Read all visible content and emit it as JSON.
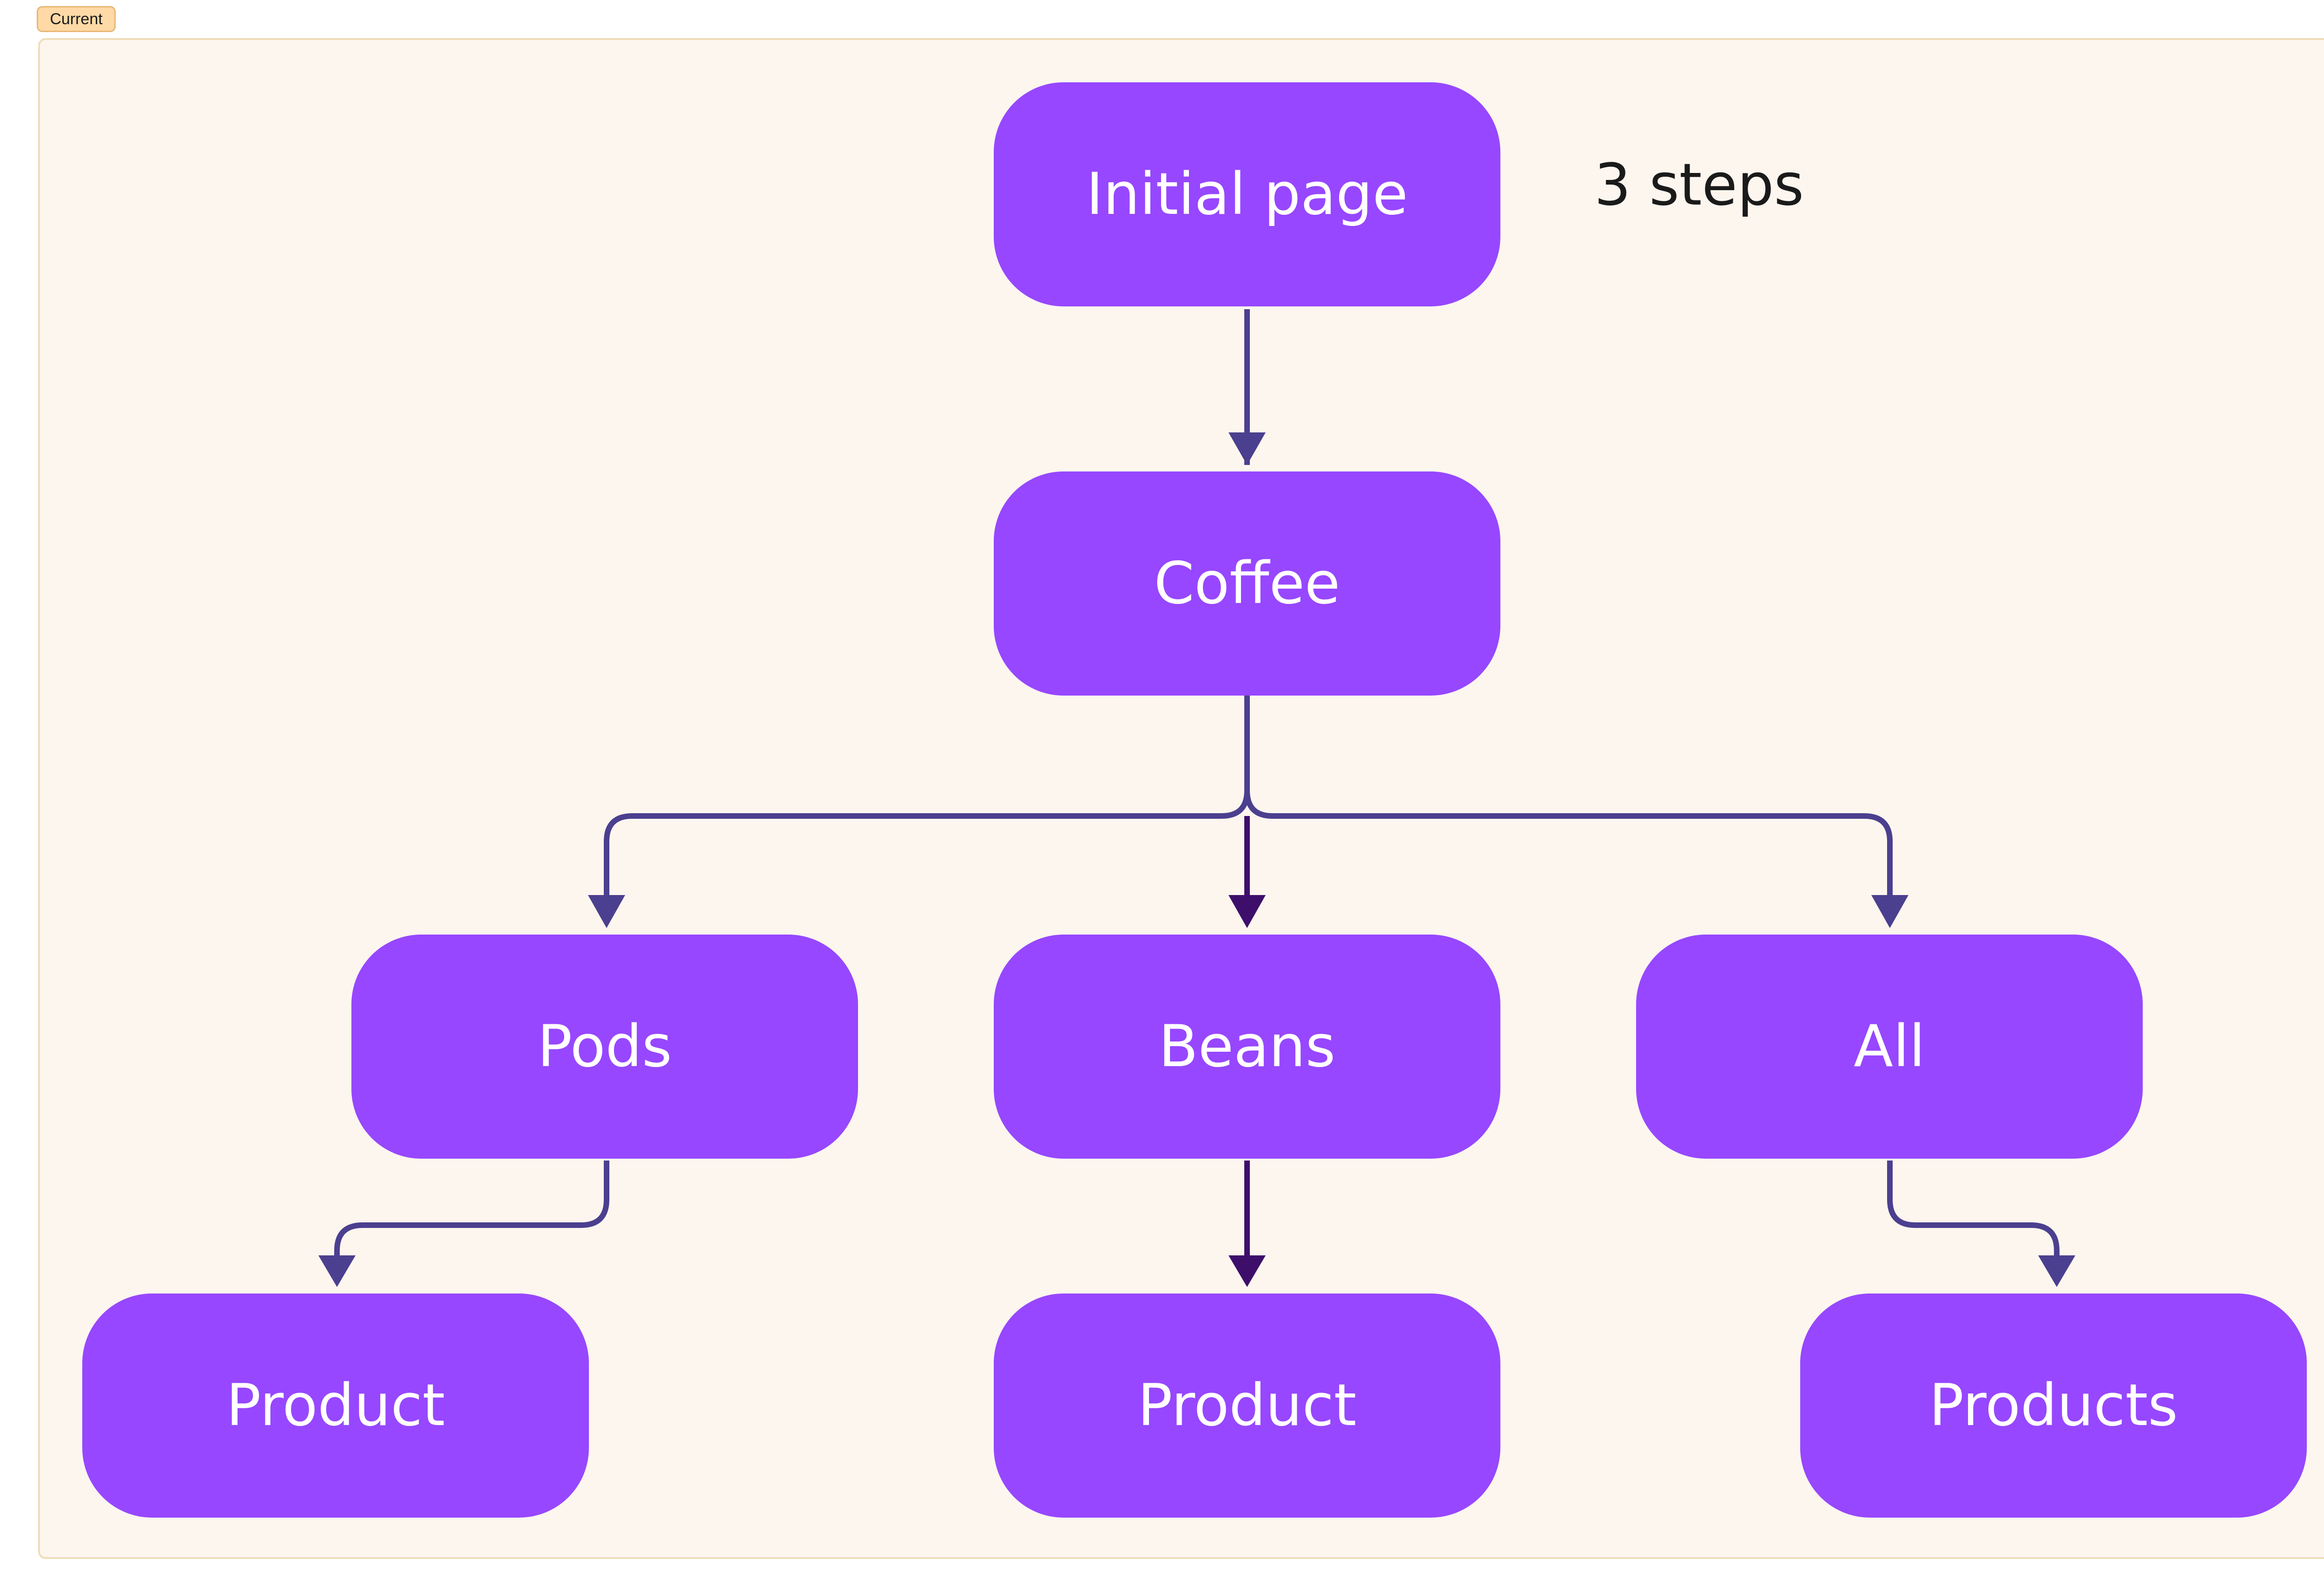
{
  "frame": {
    "tag_label": "Current"
  },
  "diagram": {
    "steps_label": "3 steps",
    "colors": {
      "node_fill": "#9747ff",
      "node_text": "#ffffff",
      "connector": "#4b3f8f",
      "connector_active": "#3d0f6b",
      "frame_fill": "#fdf6ef",
      "frame_border": "#f0ddb8",
      "tag_fill": "#ffd9a6"
    },
    "nodes": {
      "initial_page": "Initial page",
      "coffee": "Coffee",
      "pods": "Pods",
      "beans": "Beans",
      "all": "All",
      "pods_product": "Product",
      "beans_product": "Product",
      "all_products": "Products"
    },
    "edges": [
      {
        "from": "Initial page",
        "to": "Coffee"
      },
      {
        "from": "Coffee",
        "to": "Pods"
      },
      {
        "from": "Coffee",
        "to": "Beans"
      },
      {
        "from": "Coffee",
        "to": "All"
      },
      {
        "from": "Pods",
        "to": "Product"
      },
      {
        "from": "Beans",
        "to": "Product"
      },
      {
        "from": "All",
        "to": "Products"
      }
    ]
  }
}
